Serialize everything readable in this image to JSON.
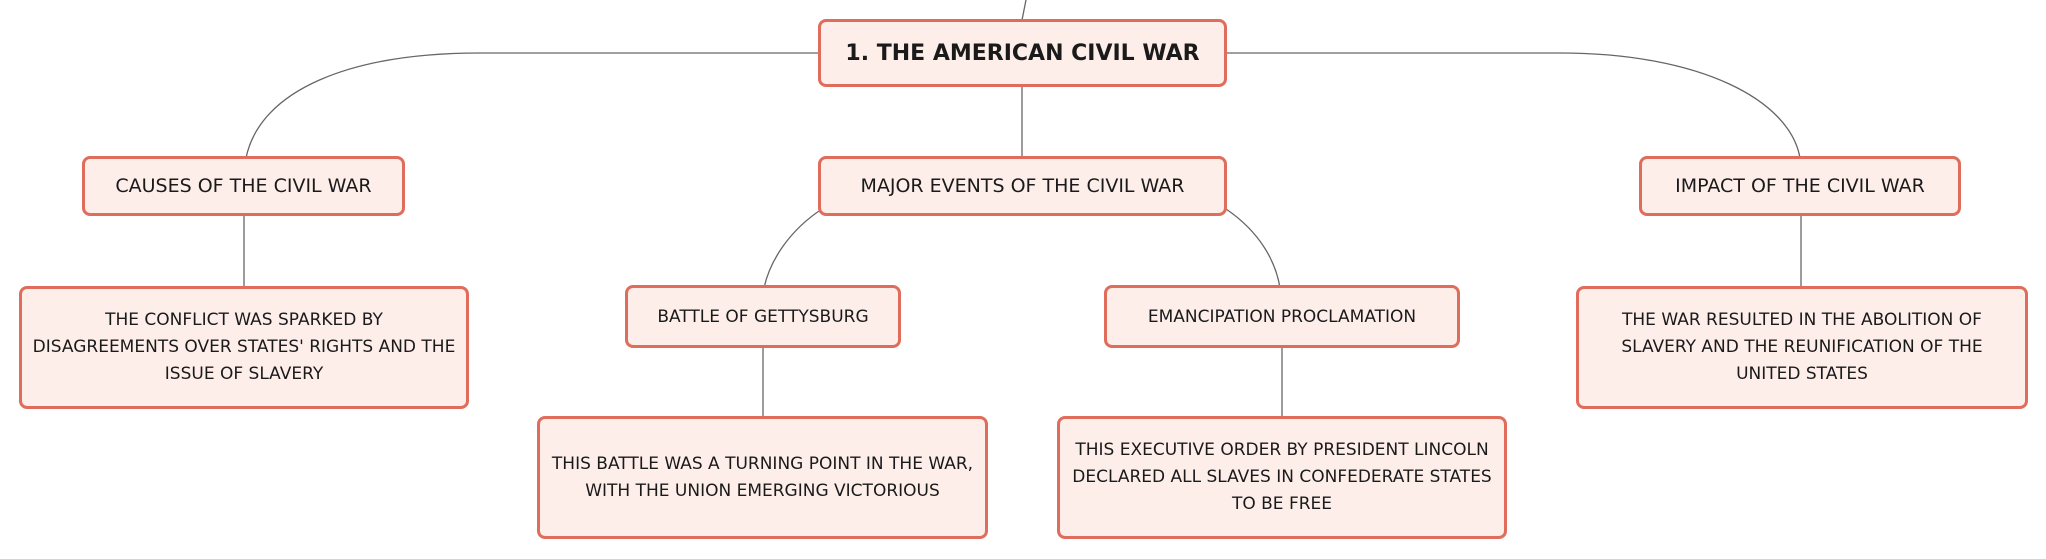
{
  "diagram": {
    "root": {
      "label": "1. THE AMERICAN CIVIL WAR"
    },
    "causes": {
      "label": "CAUSES OF THE CIVIL WAR",
      "detail": "THE CONFLICT WAS SPARKED BY DISAGREEMENTS OVER STATES' RIGHTS AND THE ISSUE OF SLAVERY"
    },
    "events": {
      "label": "MAJOR EVENTS OF THE CIVIL WAR",
      "gettysburg": {
        "label": "BATTLE OF GETTYSBURG",
        "detail": "THIS BATTLE WAS A TURNING POINT IN THE WAR, WITH THE UNION EMERGING VICTORIOUS"
      },
      "emancipation": {
        "label": "EMANCIPATION PROCLAMATION",
        "detail": "THIS EXECUTIVE ORDER BY PRESIDENT LINCOLN DECLARED ALL SLAVES IN CONFEDERATE STATES TO BE FREE"
      }
    },
    "impact": {
      "label": "IMPACT OF THE CIVIL WAR",
      "detail": "THE WAR RESULTED IN THE ABOLITION OF SLAVERY AND THE REUNIFICATION OF THE UNITED STATES"
    }
  },
  "colors": {
    "node_fill": "#fdeeea",
    "node_border": "#e06d5c",
    "connector": "#666666",
    "text": "#1a1a1a"
  }
}
